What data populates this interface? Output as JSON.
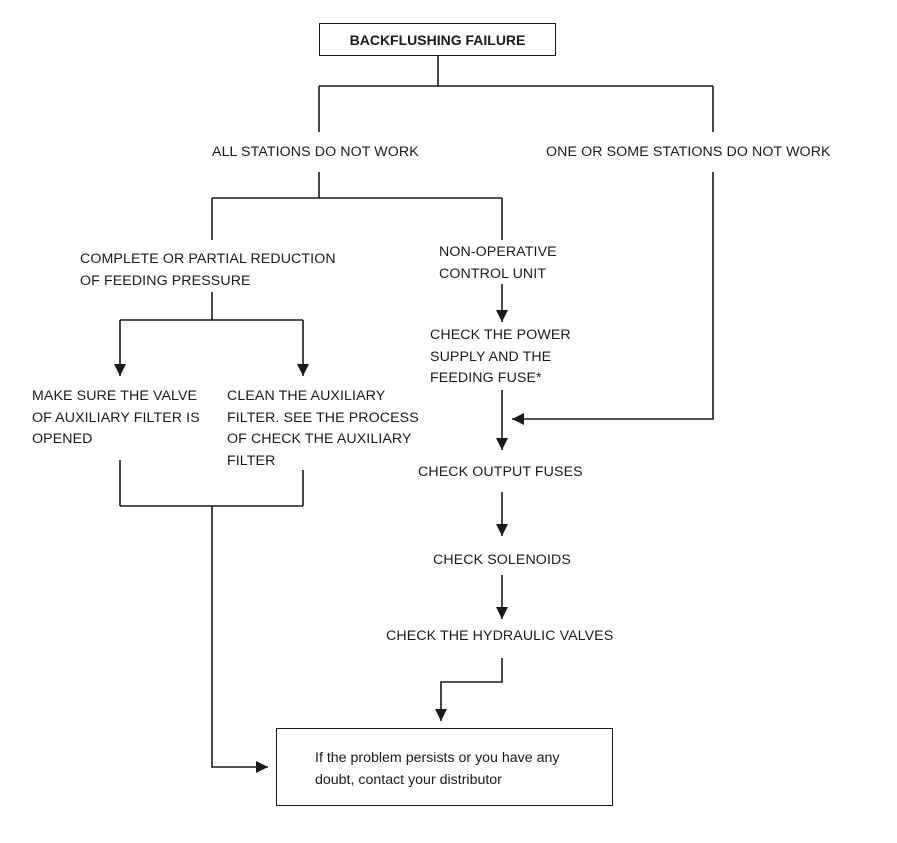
{
  "title": "BACKFLUSHING FAILURE",
  "nodes": {
    "all_stations": "ALL STATIONS DO NOT WORK",
    "some_stations": "ONE OR SOME STATIONS DO NOT WORK",
    "pressure_reduction": [
      "COMPLETE OR PARTIAL REDUCTION",
      "OF FEEDING PRESSURE"
    ],
    "control_unit": [
      "NON-OPERATIVE",
      "CONTROL UNIT"
    ],
    "power_supply": [
      "CHECK THE POWER",
      "SUPPLY AND THE",
      "FEEDING FUSE*"
    ],
    "valve_opened": [
      "MAKE SURE THE VALVE",
      "OF AUXILIARY FILTER IS",
      "OPENED"
    ],
    "clean_filter": [
      "CLEAN THE AUXILIARY",
      "FILTER. SEE THE PROCESS",
      "OF CHECK THE AUXILIARY",
      "FILTER"
    ],
    "output_fuses": "CHECK OUTPUT FUSES",
    "solenoids": "CHECK SOLENOIDS",
    "hydraulic_valves": "CHECK THE HYDRAULIC VALVES"
  },
  "final_message": [
    "If the problem persists or you have any",
    "doubt, contact your distributor"
  ]
}
